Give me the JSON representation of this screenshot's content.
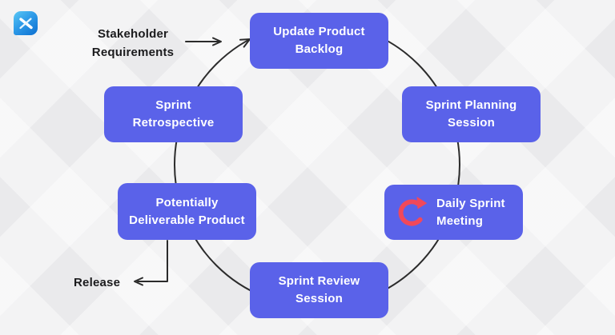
{
  "app": {
    "logo_icon": "x-logo-icon"
  },
  "colors": {
    "node_fill": "#5A62E9",
    "node_text": "#FFFFFF",
    "connector_line": "#2B2B2B",
    "refresh_icon": "#F2485A",
    "annotation_text": "#1B1B1D",
    "background": "#EAEAEC",
    "logo_gradient_start": "#5BC8F5",
    "logo_gradient_end": "#0D6FD0"
  },
  "diagram": {
    "type": "cycle",
    "nodes": [
      {
        "id": "update-product-backlog",
        "lines": [
          "Update Product",
          "Backlog"
        ]
      },
      {
        "id": "sprint-planning-session",
        "lines": [
          "Sprint Planning",
          "Session"
        ]
      },
      {
        "id": "daily-sprint-meeting",
        "lines": [
          "Daily Sprint",
          "Meeting"
        ],
        "icon": "refresh-icon"
      },
      {
        "id": "sprint-review-session",
        "lines": [
          "Sprint Review",
          "Session"
        ]
      },
      {
        "id": "potentially-deliverable-product",
        "lines": [
          "Potentially",
          "Deliverable Product"
        ]
      },
      {
        "id": "sprint-retrospective",
        "lines": [
          "Sprint",
          "Retrospective"
        ]
      }
    ],
    "annotations": {
      "stakeholder": {
        "lines": [
          "Stakeholder",
          "Requirements"
        ]
      },
      "release": {
        "label": "Release"
      }
    }
  }
}
